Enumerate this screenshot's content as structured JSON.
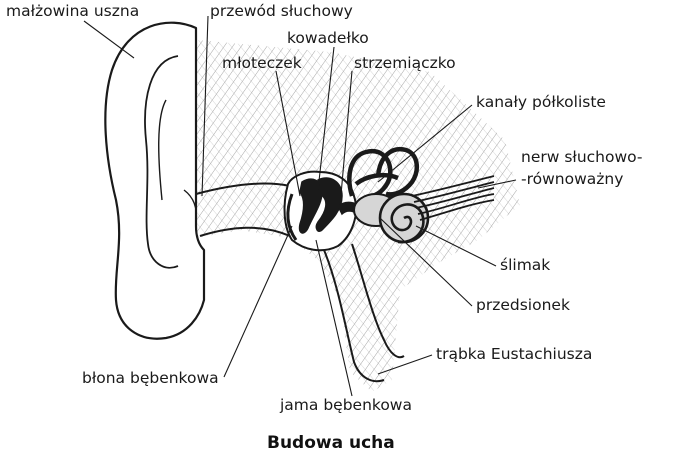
{
  "title": "Budowa ucha",
  "labels": {
    "malzowina": "małżowina uszna",
    "przewod": "przewód słuchowy",
    "kowadelko": "kowadełko",
    "mloteczek": "młoteczek",
    "strzemiaczko": "strzemiączko",
    "kanaly": "kanały półkoliste",
    "nerw_line1": "nerw słuchowo-",
    "nerw_line2": "-równoważny",
    "slimak": "ślimak",
    "przedsionek": "przedsionek",
    "trabka": "trąbka Eustachiusza",
    "blona": "błona bębenkowa",
    "jama": "jama bębenkowa"
  },
  "colors": {
    "ink": "#1a1a1a",
    "hatch": "#8a8a8a",
    "bone_fill": "#d6d6d6",
    "background": "#ffffff"
  }
}
